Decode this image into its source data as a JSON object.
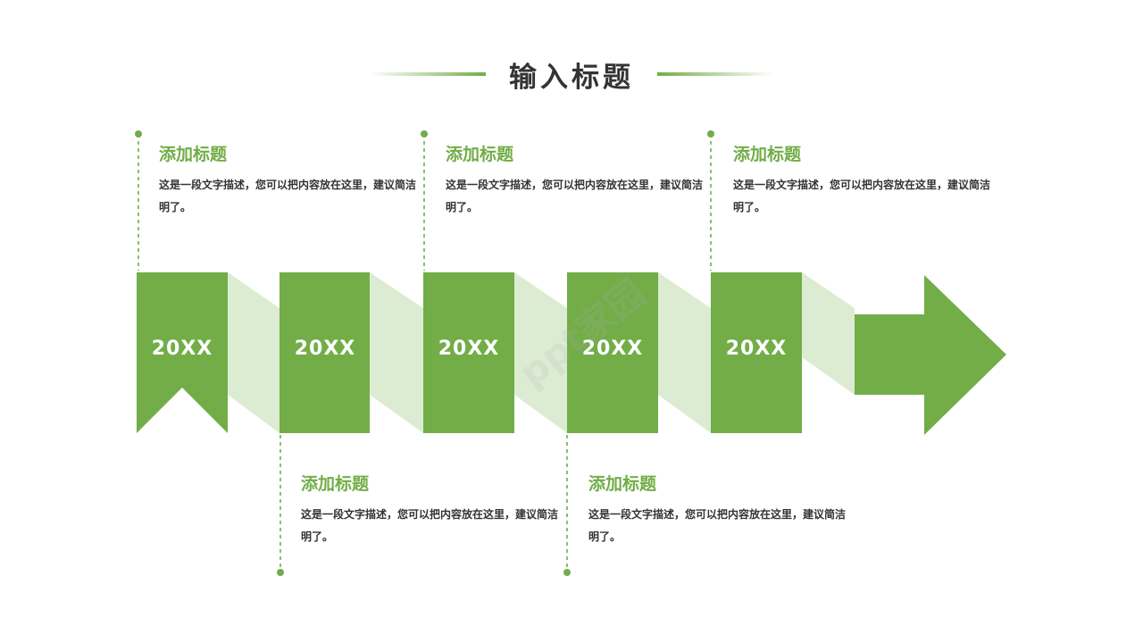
{
  "page": {
    "title": "输入标题",
    "watermark": "ppt家园"
  },
  "colors": {
    "accent": "#72ad48",
    "light": "#dcecd2",
    "text": "#333333"
  },
  "timeline": [
    {
      "year": "20XX",
      "title": "添加标题",
      "description": "这是一段文字描述，您可以把内容放在这里，建议简洁明了。",
      "position": "top"
    },
    {
      "year": "20XX",
      "title": "添加标题",
      "description": "这是一段文字描述，您可以把内容放在这里，建议简洁明了。",
      "position": "bottom"
    },
    {
      "year": "20XX",
      "title": "添加标题",
      "description": "这是一段文字描述，您可以把内容放在这里，建议简洁明了。",
      "position": "top"
    },
    {
      "year": "20XX",
      "title": "添加标题",
      "description": "这是一段文字描述，您可以把内容放在这里，建议简洁明了。",
      "position": "bottom"
    },
    {
      "year": "20XX",
      "title": "添加标题",
      "description": "这是一段文字描述，您可以把内容放在这里，建议简洁明了。",
      "position": "top"
    }
  ]
}
